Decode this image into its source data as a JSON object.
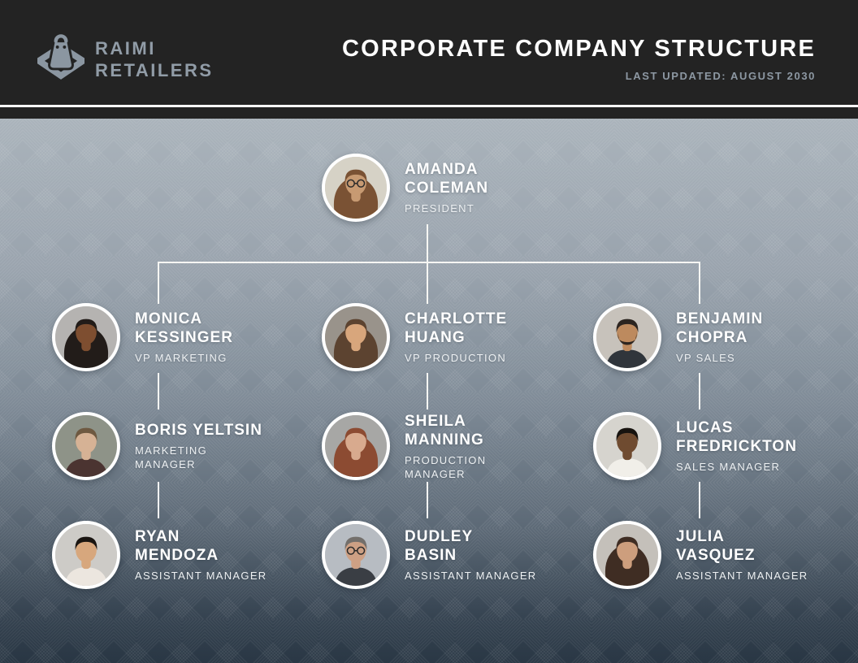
{
  "header": {
    "logo_line1": "RAIMI",
    "logo_line2": "RETAILERS",
    "title": "CORPORATE COMPANY STRUCTURE",
    "last_updated": "LAST UPDATED: AUGUST 2030"
  },
  "colors": {
    "header_bg": "#232323",
    "logo": "#8b96a1",
    "divider": "#ffffff",
    "connector": "#f6f6f3",
    "board_gradient_top": "#aab3bb",
    "board_gradient_bottom": "#2e3c4a",
    "name_text": "#ffffff",
    "role_text": "#eef1f3",
    "subtitle_text": "#8d98a3"
  },
  "org": {
    "people": [
      {
        "id": "amanda-coleman",
        "level": 0,
        "col": 1,
        "name_lines": [
          "AMANDA",
          "COLEMAN"
        ],
        "role_lines": [
          "PRESIDENT"
        ],
        "avatar": {
          "bg": "#d6d2c6",
          "hair": "#7a5234",
          "skin": "#c79a72",
          "shirt": "#e3c670",
          "long_hair": true,
          "glasses": true
        }
      },
      {
        "id": "monica-kessinger",
        "level": 1,
        "col": 0,
        "name_lines": [
          "MONICA",
          "KESSINGER"
        ],
        "role_lines": [
          "VP MARKETING"
        ],
        "avatar": {
          "bg": "#b5b3b1",
          "hair": "#221c19",
          "skin": "#7e4e30",
          "shirt": "#efedeb",
          "long_hair": true
        }
      },
      {
        "id": "charlotte-huang",
        "level": 1,
        "col": 1,
        "name_lines": [
          "CHARLOTTE",
          "HUANG"
        ],
        "role_lines": [
          "VP PRODUCTION"
        ],
        "avatar": {
          "bg": "#99938b",
          "hair": "#5c4330",
          "skin": "#d8a67c",
          "shirt": "#41454c",
          "long_hair": true
        }
      },
      {
        "id": "benjamin-chopra",
        "level": 1,
        "col": 2,
        "name_lines": [
          "BENJAMIN",
          "CHOPRA"
        ],
        "role_lines": [
          "VP SALES"
        ],
        "avatar": {
          "bg": "#c7c2bb",
          "hair": "#2c2520",
          "skin": "#bd8a5e",
          "shirt": "#30353b",
          "beard": true
        }
      },
      {
        "id": "boris-yeltsin",
        "level": 2,
        "col": 0,
        "name_lines": [
          "BORIS YELTSIN"
        ],
        "role_lines": [
          "MARKETING",
          "MANAGER"
        ],
        "avatar": {
          "bg": "#8e9388",
          "hair": "#6e5941",
          "skin": "#d6b295",
          "shirt": "#4b3431"
        }
      },
      {
        "id": "sheila-manning",
        "level": 2,
        "col": 1,
        "name_lines": [
          "SHEILA",
          "MANNING"
        ],
        "role_lines": [
          "PRODUCTION",
          "MANAGER"
        ],
        "avatar": {
          "bg": "#a7a7a5",
          "hair": "#8c4b32",
          "skin": "#d8aa8e",
          "shirt": "#42464a",
          "long_hair": true
        }
      },
      {
        "id": "lucas-fredrickton",
        "level": 2,
        "col": 2,
        "name_lines": [
          "LUCAS",
          "FREDRICKTON"
        ],
        "role_lines": [
          "SALES MANAGER"
        ],
        "avatar": {
          "bg": "#d6d4ce",
          "hair": "#17130f",
          "skin": "#6f4b30",
          "shirt": "#f1efe9"
        }
      },
      {
        "id": "ryan-mendoza",
        "level": 3,
        "col": 0,
        "name_lines": [
          "RYAN",
          "MENDOZA"
        ],
        "role_lines": [
          "ASSISTANT MANAGER"
        ],
        "avatar": {
          "bg": "#cdcbc7",
          "hair": "#1a1511",
          "skin": "#d7a77d",
          "shirt": "#ece6df"
        }
      },
      {
        "id": "dudley-basin",
        "level": 3,
        "col": 1,
        "name_lines": [
          "DUDLEY",
          "BASIN"
        ],
        "role_lines": [
          "ASSISTANT MANAGER"
        ],
        "avatar": {
          "bg": "#b7bcc2",
          "hair": "#736f6b",
          "skin": "#cda084",
          "shirt": "#3a3e44",
          "glasses": true
        }
      },
      {
        "id": "julia-vasquez",
        "level": 3,
        "col": 2,
        "name_lines": [
          "JULIA",
          "VASQUEZ"
        ],
        "role_lines": [
          "ASSISTANT MANAGER"
        ],
        "avatar": {
          "bg": "#c4c0ba",
          "hair": "#3f2d23",
          "skin": "#cd9e7d",
          "shirt": "#d6d1ca",
          "long_hair": true
        }
      }
    ]
  }
}
